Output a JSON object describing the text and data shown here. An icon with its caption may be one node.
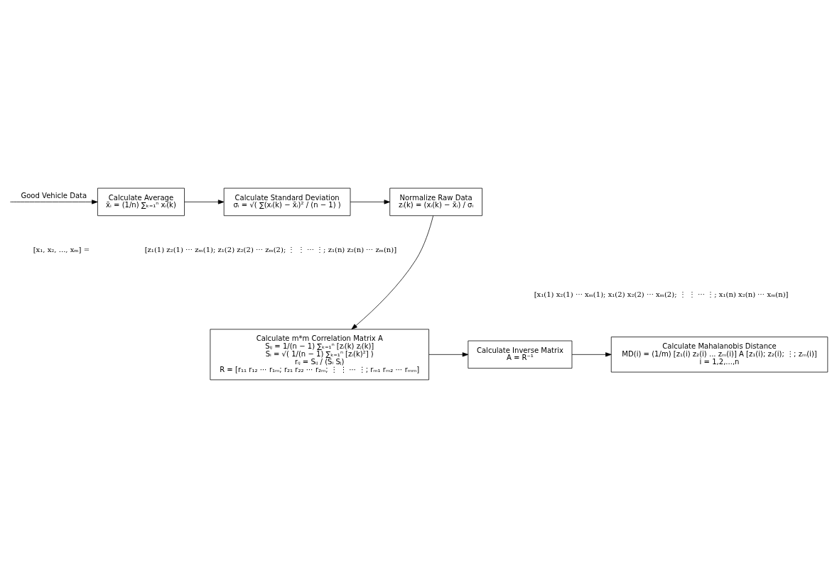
{
  "diagram": {
    "nodes": [
      {
        "text": [
          "Calculate Average",
          "x̄ᵢ = (1/n) ∑ₖ₌₁ⁿ xᵢ(k)"
        ]
      },
      {
        "text": [
          "Calculate Standard Deviation",
          "σᵢ = √( ∑(xᵢ(k) − x̄ᵢ)² / (n − 1) )"
        ]
      },
      {
        "text": [
          "Normalize Raw Data",
          "zᵢ(k) = (xᵢ(k) − x̄ᵢ) / σᵢ"
        ]
      },
      {
        "text": [
          "Calculate m*m Correlation Matrix A",
          "Sᵢⱼ = 1/(n − 1) ∑ₖ₌₁ⁿ [zᵢ(k) zⱼ(k)]",
          "Sᵢ = √( 1/(n − 1) ∑ₖ₌₁ⁿ [zᵢ(k)²] )",
          "rᵢⱼ = Sᵢⱼ / (Sᵢ Sⱼ)",
          "R = [r₁₁ r₁₂ ⋯ r₁ₘ; r₂₁ r₂₂ ⋯ r₂ₘ; ⋮ ⋮ ⋯ ⋮; rₘ₁ rₘ₂ ⋯ rₘₘ]"
        ]
      },
      {
        "text": [
          "Calculate Inverse Matrix",
          "A = R⁻¹"
        ]
      },
      {
        "text": [
          "Calculate Mahalanobis Distance",
          "MD(i) = (1/m) [z₁(i) z₂(i) ... zₘ(i)] A [z₁(i); z₂(i); ⋮; zₘ(i)]",
          "i = 1,2,...,n"
        ]
      }
    ],
    "edges": [
      {
        "from": null,
        "to": 0,
        "arrow": "to",
        "label": "Good Vehicle Data"
      },
      {
        "from": 0,
        "to": 1,
        "arrow": "to"
      },
      {
        "from": 1,
        "to": 2,
        "arrow": "to"
      },
      {
        "from": 2,
        "to": 3,
        "arrow": "to"
      },
      {
        "from": 3,
        "to": 4,
        "arrow": "to"
      },
      {
        "from": 4,
        "to": 5,
        "arrow": "to"
      }
    ],
    "labels": [
      "[x₁, x₂, ..., xₘ] =",
      "[x₁(1) x₂(1) ⋯ xₘ(1); x₁(2) x₂(2) ⋯ xₘ(2); ⋮ ⋮ ⋯ ⋮; x₁(n) x₂(n) ⋯ xₘ(n)]",
      "[z₁(1) z₂(1) ⋯ zₘ(1); z₁(2) z₂(2) ⋯ zₘ(2); ⋮ ⋮ ⋯ ⋮; z₁(n) z₂(n) ⋯ zₘ(n)]"
    ]
  }
}
